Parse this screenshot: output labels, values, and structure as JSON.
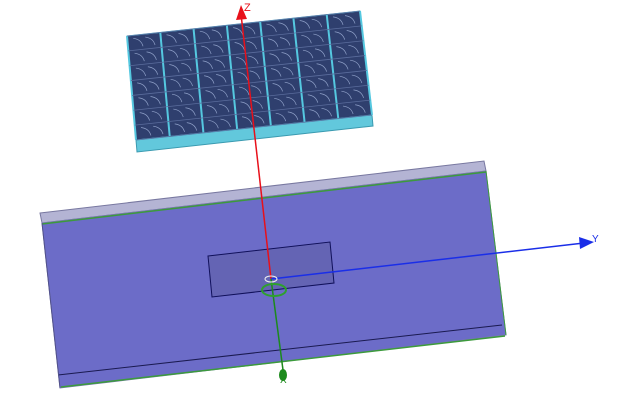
{
  "viewport": {
    "background": "#ffffff"
  },
  "axes": {
    "z": {
      "label": "Z",
      "color": "#e8101a"
    },
    "y": {
      "label": "Y",
      "color": "#1a2ee8"
    },
    "x": {
      "label": "X",
      "color": "#1c8a1c"
    }
  },
  "model": {
    "array_panel": {
      "rows": 7,
      "columns": 7,
      "fill": "#2f3f6e",
      "frame": "#55c8e0",
      "element": "#8fa0c8"
    },
    "ground_plane": {
      "fill": "#6c6cc8",
      "edge": "#3c9a3c",
      "top_face": "#b4b4d4"
    },
    "feed_patch": {
      "fill": "#6464b4",
      "stroke": "#10105a"
    }
  }
}
